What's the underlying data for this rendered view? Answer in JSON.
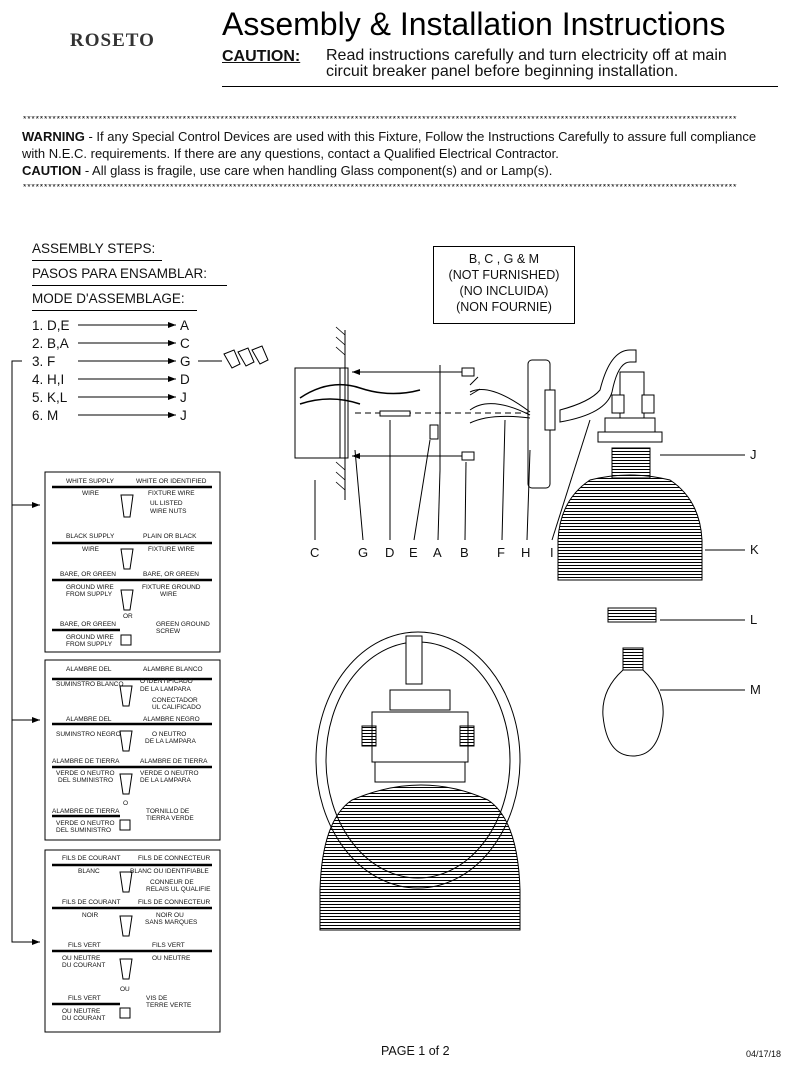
{
  "brand": "ROSETO",
  "title": "Assembly & Installation Instructions",
  "caution_label": "CAUTION:",
  "caution_text": "Read instructions carefully and turn electricity off at main circuit breaker panel before beginning installation.",
  "stars": "**************************************************************************************************************************************************************************",
  "warning": {
    "warning_label": "WARNING",
    "warning_text": " - If any Special Control Devices are used with this Fixture, Follow the Instructions Carefully to assure full compliance with N.E.C. requirements. If there are any questions, contact a Qualified Electrical Contractor.",
    "caution_label": "CAUTION",
    "caution_text": " - All glass is fragile, use care when handling Glass component(s) and or Lamp(s)."
  },
  "assembly": {
    "heading_en": "ASSEMBLY STEPS:",
    "heading_es": "PASOS PARA ENSAMBLAR:",
    "heading_fr": "MODE D'ASSEMBLAGE:",
    "steps": [
      {
        "num": "1.",
        "from": "D,E",
        "to": "A"
      },
      {
        "num": "2.",
        "from": "B,A",
        "to": "C"
      },
      {
        "num": "3.",
        "from": "F",
        "to": "G"
      },
      {
        "num": "4.",
        "from": "H,I",
        "to": "D"
      },
      {
        "num": "5.",
        "from": "K,L",
        "to": "J"
      },
      {
        "num": "6.",
        "from": "M",
        "to": "J"
      }
    ]
  },
  "not_furnished": {
    "line1": "B, C , G & M",
    "line2": "(NOT FURNISHED)",
    "line3": "(NO INCLUIDA)",
    "line4": "(NON FOURNIE)"
  },
  "wiring_en": {
    "white_supply": "WHITE SUPPLY",
    "wire1": "WIRE",
    "white_identified": "WHITE OR IDENTIFIED",
    "fixture_wire1": "FIXTURE WIRE",
    "ul_listed": "UL LISTED",
    "wire_nuts": "WIRE NUTS",
    "black_supply": "BLACK SUPPLY",
    "wire2": "WIRE",
    "plain_black": "PLAIN OR BLACK",
    "fixture_wire2": "FIXTURE WIRE",
    "bare_green1": "BARE, OR GREEN",
    "bare_green2": "BARE, OR GREEN",
    "ground_wire": "GROUND WIRE",
    "from_supply": "FROM SUPPLY",
    "fixture_ground": "FIXTURE GROUND",
    "wire3": "WIRE",
    "or": "OR",
    "bare_green3": "BARE, OR GREEN",
    "green_ground": "GREEN GROUND",
    "screw": "SCREW",
    "ground_wire2": "GROUND WIRE",
    "from_supply2": "FROM SUPPLY"
  },
  "wiring_es": {
    "a1": "ALAMBRE DEL",
    "a2": "ALAMBRE BLANCO",
    "s1": "SUMINSTRO BLANCO",
    "o1": "O IDENTIFICADO",
    "l1": "DE LA LAMPARA",
    "c1": "CONECTADOR",
    "c2": "UL CALIFICADO",
    "a3": "ALAMBRE DEL",
    "a4": "ALAMBRE NEGRO",
    "s2": "SUMINSTRO NEGRO",
    "o2": "O NEUTRO",
    "l2": "DE LA LAMPARA",
    "t1": "ALAMBRE DE TIERRA",
    "t2": "ALAMBRE DE TIERRA",
    "v1": "VERDE O NEUTRO",
    "d1": "DEL SUMINISTRO",
    "v2": "VERDE O NEUTRO",
    "l3": "DE LA LAMPARA",
    "or": "O",
    "t3": "ALAMBRE DE TIERRA",
    "tv1": "TORNILLO DE",
    "tv2": "TIERRA VERDE",
    "v3": "VERDE O NEUTRO",
    "d2": "DEL SUMINISTRO"
  },
  "wiring_fr": {
    "f1": "FILS DE COURANT",
    "f2": "FILS DE CONNECTEUR",
    "b1": "BLANC",
    "b2": "BLANC OU IDENTIFIABLE",
    "c1": "CONNEUR DE",
    "c2": "RELAIS UL QUALIFIE",
    "f3": "FILS DE COURANT",
    "f4": "FILS DE CONNECTEUR",
    "n1": "NOIR",
    "n2": "NOIR OU",
    "n3": "SANS MARQUES",
    "g1": "FILS VERT",
    "g2": "FILS VERT",
    "u1": "OU NEUTRE",
    "u2": "DU COURANT",
    "u3": "OU NEUTRE",
    "or": "OU",
    "g3": "FILS VERT",
    "vs1": "VIS DE",
    "vs2": "TERRE VERTE",
    "u4": "OU NEUTRE",
    "u5": "DU COURANT"
  },
  "part_labels": {
    "C": "C",
    "G": "G",
    "D": "D",
    "E": "E",
    "A": "A",
    "B": "B",
    "F": "F",
    "H": "H",
    "I": "I",
    "J": "J",
    "K": "K",
    "L": "L",
    "M": "M"
  },
  "footer": {
    "page": "PAGE 1 of 2",
    "date": "04/17/18"
  }
}
